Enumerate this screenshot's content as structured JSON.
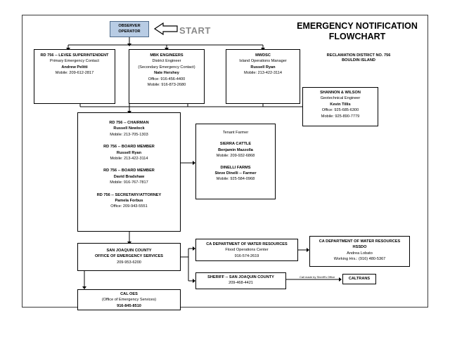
{
  "title": {
    "line1": "EMERGENCY NOTIFICATION",
    "line2": "FLOWCHART"
  },
  "district": {
    "line1": "RECLAMATION DISTRICT NO. 756",
    "line2": "BOULDIN ISLAND"
  },
  "start_label": "START",
  "observer": {
    "line1": "OBSERVER",
    "line2": "OPERATOR"
  },
  "levee_supt": {
    "role": "RD 756 -- LEVEE SUPERINTENDENT",
    "desc": "Primary Emergency Contact",
    "name": "Andrew Pelitti",
    "phone": "Mobile: 209-612-2817"
  },
  "mbk": {
    "org": "MBK ENGINEERS",
    "role": "District Engineer",
    "desc": "(Secondary Emergency Contact)",
    "name": "Nate Hershey",
    "office": "Office: 916-456-4400",
    "mobile": "Mobile: 916-873-2680"
  },
  "mwdsc": {
    "org": "MWDSC",
    "role": "Island Operations Manager",
    "name": "Russell Ryan",
    "phone": "Mobile: 213-422-3114"
  },
  "shannon": {
    "org": "SHANNON & WILSON",
    "role": "Geotechnical Engineer",
    "name": "Kevin Tillis",
    "office": "Office: 925-685-6300",
    "mobile": "Mobile: 925-890-7779"
  },
  "board": [
    {
      "role": "RD 756 -- CHAIRMAN",
      "name": "Russell Newlock",
      "phone": "Mobile: 213-705-1303"
    },
    {
      "role": "RD 756 -- BOARD MEMBER",
      "name": "Russell Ryan",
      "phone": "Mobile: 213-422-3114"
    },
    {
      "role": "RD 756 -- BOARD MEMBER",
      "name": "David Bradshaw",
      "phone": "Mobile: 916-767-7817"
    },
    {
      "role": "RD 756 -- SECRETARY/ATTORNEY",
      "name": "Pamela Forbus",
      "phone": "Office: 209-943-5551"
    }
  ],
  "tenant": {
    "heading": "Tenant Farmer",
    "farms": [
      {
        "name": "SIERRA CATTLE",
        "contact": "Benjamin Mazzolla",
        "phone": "Mobile: 209-932-6868"
      },
      {
        "name": "DINELLI FARMS",
        "contact": "Steve Dinelli -- Farmer",
        "phone": "Mobile: 925-584-0968"
      }
    ]
  },
  "sjc_oes": {
    "line1": "SAN JOAQUIN COUNTY",
    "line2": "OFFICE OF EMERGENCY SERVICES",
    "phone": "209-953-6200"
  },
  "dwr": {
    "line1": "CA DEPARTMENT OF WATER RESOURCES",
    "line2": "Flood Operations Center",
    "phone": "916-574-2619"
  },
  "dwr2": {
    "line1": "CA DEPARTMENT OF WATER RESOURCES",
    "line2": "HSSDO",
    "name": "Andrea Lobato",
    "hours": "Working Hrs.: (916) 480-5367"
  },
  "sheriff": {
    "line1": "SHERIFF -- SAN JOAQUIN COUNTY",
    "phone": "209-468-4421"
  },
  "sheriff_note": "Call made by Sheriff's Office",
  "caltrans": "CALTRANS",
  "cal_oes": {
    "line1": "CAL OES",
    "line2": "(Office of Emergency Services)",
    "phone": "916-845-8510"
  },
  "colors": {
    "observer_fill": "#b8cce4",
    "start_text": "#8a8a8a",
    "line": "#000000"
  }
}
